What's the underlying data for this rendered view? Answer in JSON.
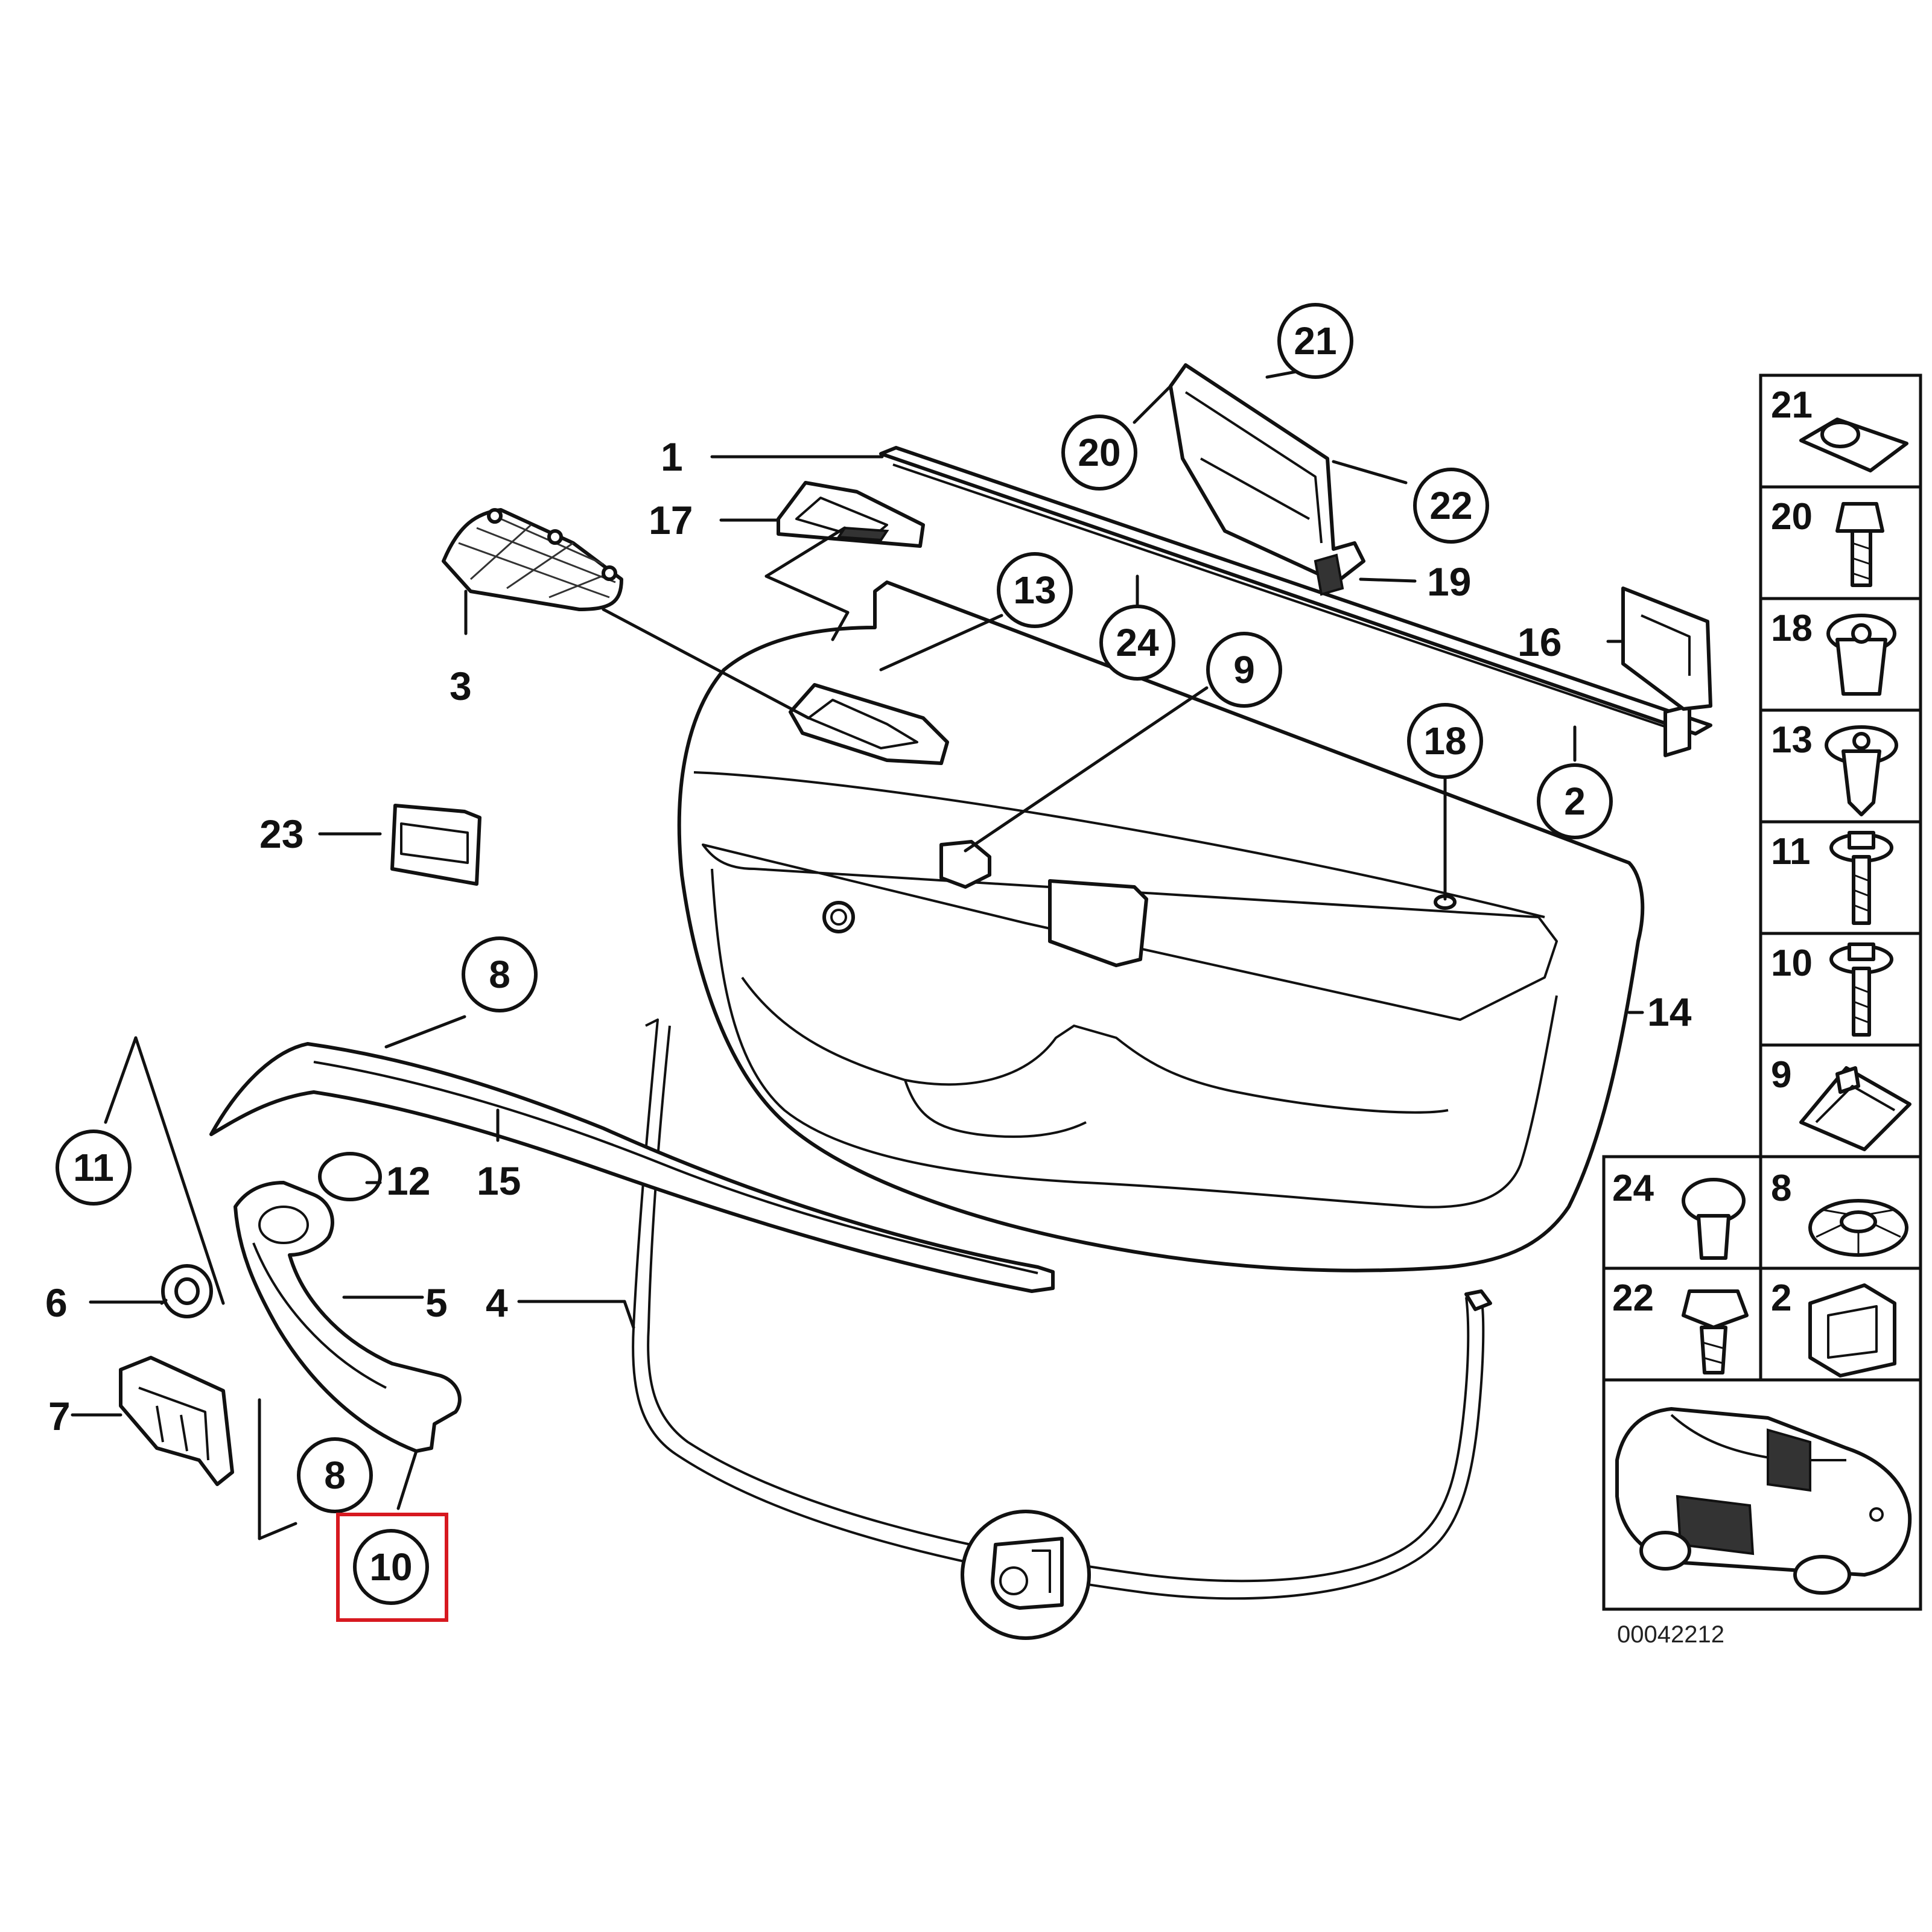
{
  "diagram_id": "00042212",
  "highlight_color": "#d71920",
  "highlighted_part": "10",
  "plain_callouts": [
    {
      "id": "c1",
      "text": "1"
    },
    {
      "id": "c17",
      "text": "17"
    },
    {
      "id": "c3",
      "text": "3"
    },
    {
      "id": "c23",
      "text": "23"
    },
    {
      "id": "c19",
      "text": "19"
    },
    {
      "id": "c16",
      "text": "16"
    },
    {
      "id": "c14",
      "text": "14"
    },
    {
      "id": "c12",
      "text": "12"
    },
    {
      "id": "c15",
      "text": "15"
    },
    {
      "id": "c6",
      "text": "6"
    },
    {
      "id": "c5",
      "text": "5"
    },
    {
      "id": "c4",
      "text": "4"
    },
    {
      "id": "c7",
      "text": "7"
    }
  ],
  "circled_callouts": [
    {
      "id": "k21",
      "text": "21"
    },
    {
      "id": "k20",
      "text": "20"
    },
    {
      "id": "k22",
      "text": "22"
    },
    {
      "id": "k13",
      "text": "13"
    },
    {
      "id": "k24",
      "text": "24"
    },
    {
      "id": "k9",
      "text": "9"
    },
    {
      "id": "k18",
      "text": "18"
    },
    {
      "id": "k2",
      "text": "2"
    },
    {
      "id": "k8a",
      "text": "8"
    },
    {
      "id": "k11",
      "text": "11"
    },
    {
      "id": "k8b",
      "text": "8"
    },
    {
      "id": "k10",
      "text": "10"
    }
  ],
  "fastener_grid": [
    {
      "label": "21",
      "icon": "clip-nut-icon"
    },
    {
      "label": "20",
      "icon": "hex-bolt-icon"
    },
    {
      "label": "18",
      "icon": "expansion-nut-icon"
    },
    {
      "label": "13",
      "icon": "push-rivet-icon"
    },
    {
      "label": "11",
      "icon": "washer-screw-icon"
    },
    {
      "label": "10",
      "icon": "washer-screw-icon"
    },
    {
      "label": "9",
      "icon": "spring-nut-icon"
    },
    {
      "label": "24",
      "icon": "plastic-rivet-icon"
    },
    {
      "label": "8",
      "icon": "star-washer-icon"
    },
    {
      "label": "22",
      "icon": "hex-rivet-icon"
    },
    {
      "label": "2",
      "icon": "retaining-clip-icon"
    }
  ],
  "vehicle_thumbnail": {
    "icon": "coupe-car-icon"
  }
}
